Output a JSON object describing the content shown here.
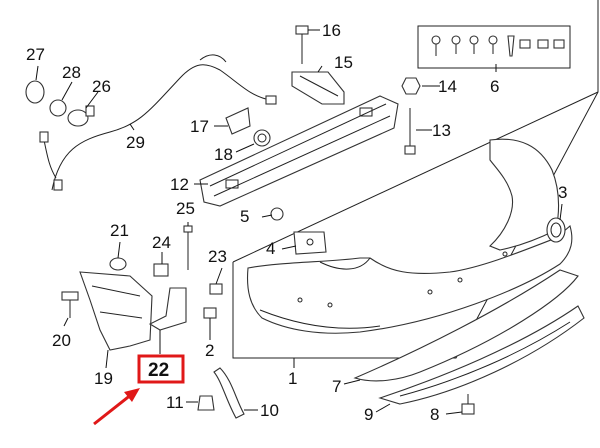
{
  "diagram": {
    "callouts": {
      "c1": "1",
      "c2": "2",
      "c3": "3",
      "c4": "4",
      "c5": "5",
      "c6": "6",
      "c7": "7",
      "c8": "8",
      "c9": "9",
      "c10": "10",
      "c11": "11",
      "c12": "12",
      "c13": "13",
      "c14": "14",
      "c15": "15",
      "c16": "16",
      "c17": "17",
      "c18": "18",
      "c19": "19",
      "c20": "20",
      "c21": "21",
      "c22": "22",
      "c23": "23",
      "c24": "24",
      "c25": "25",
      "c26": "26",
      "c27": "27",
      "c28": "28",
      "c29": "29"
    },
    "highlighted_part": "22",
    "colors": {
      "highlight": "#e01818",
      "line": "#222222"
    }
  }
}
